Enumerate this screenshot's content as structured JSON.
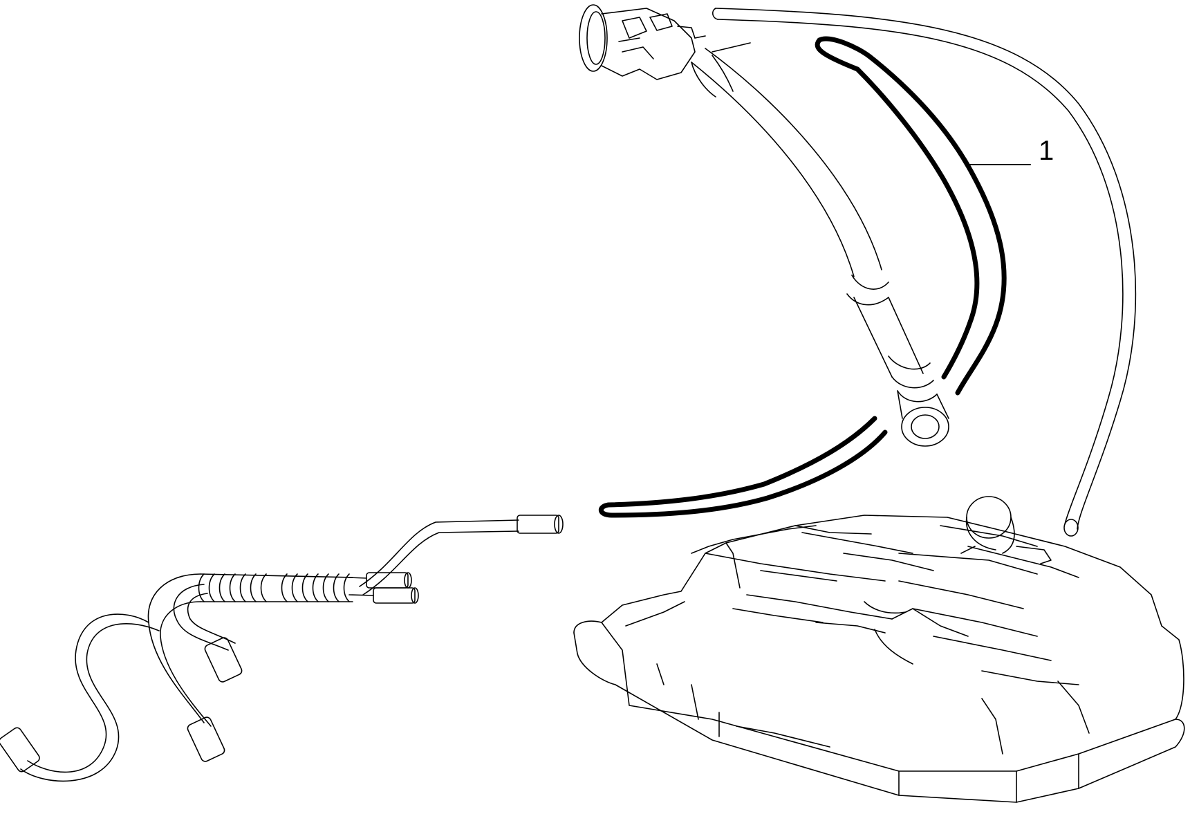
{
  "diagram": {
    "callouts": [
      {
        "id": "1",
        "label": "1"
      }
    ],
    "colors": {
      "line": "#000000",
      "background": "#ffffff",
      "highlight_part": "#000000"
    },
    "parts": [
      "filler-neck",
      "filler-hose",
      "breather-pipe",
      "vent-tube",
      "fuel-tank",
      "fuel-line-harness"
    ]
  }
}
